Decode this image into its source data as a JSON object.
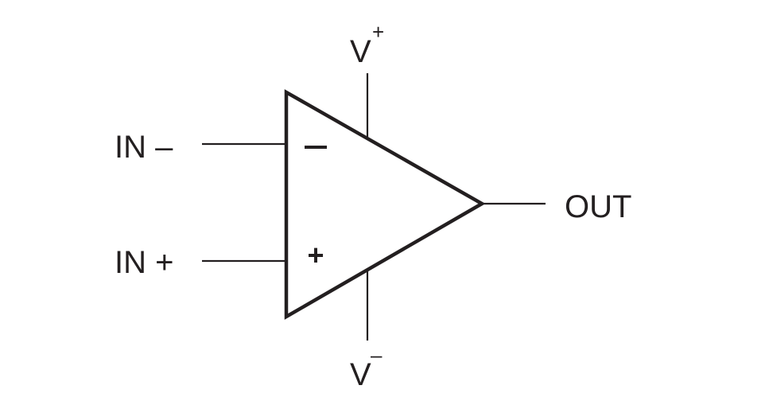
{
  "diagram": {
    "in_minus_label": "IN –",
    "in_plus_label": "IN +",
    "out_label": "OUT",
    "vplus_base": "V",
    "vplus_sup": "+",
    "vminus_base": "V",
    "vminus_sup": "–",
    "inverting_symbol": "–",
    "noninverting_symbol": "+",
    "color": "#231f20"
  }
}
